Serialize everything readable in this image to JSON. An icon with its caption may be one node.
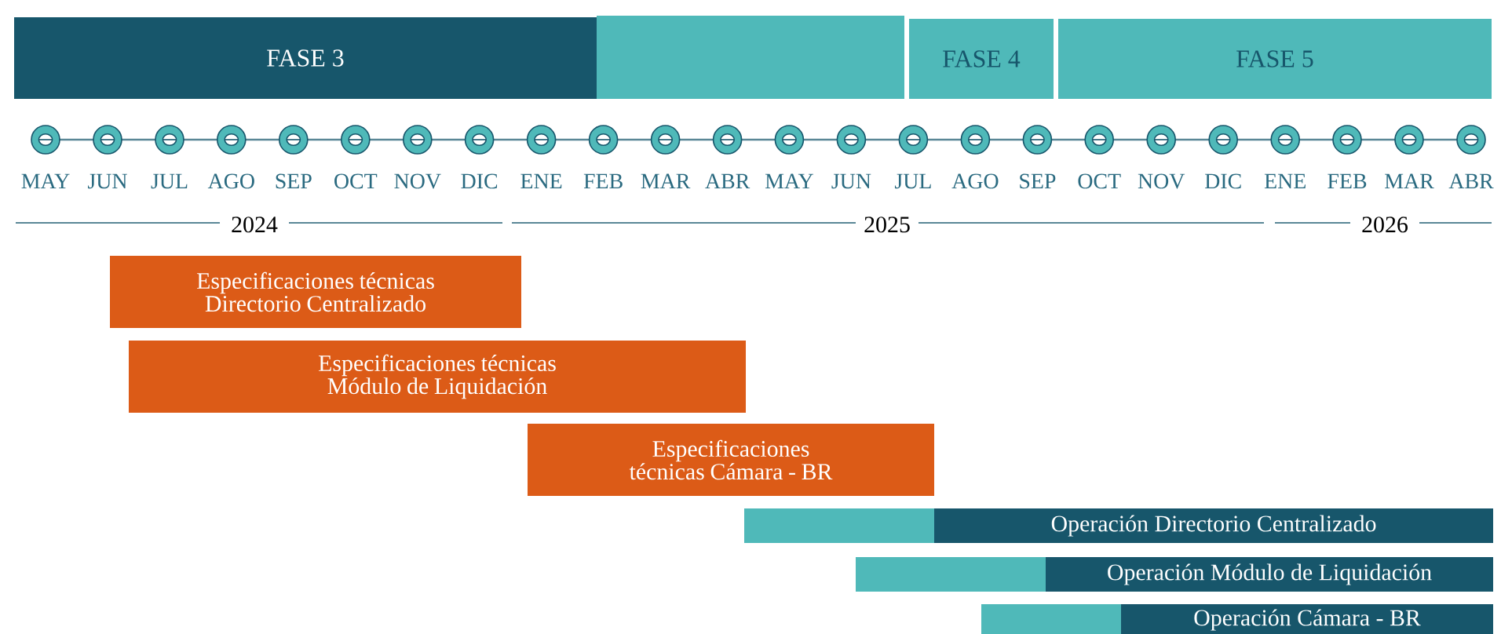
{
  "diagram": {
    "nodes": [
      {
        "text": [
          "FASE 3"
        ]
      },
      {
        "text": [],
        "shape": "bar"
      },
      {
        "text": [
          "FASE 4"
        ]
      },
      {
        "text": [
          "FASE 5"
        ]
      },
      {
        "text": [
          "Especificaciones técnicas Directorio Centralizado"
        ]
      },
      {
        "text": [
          "Especificaciones técnicas Módulo de Liquidación"
        ]
      },
      {
        "text": [
          "Especificaciones técnicas Cámara - BR"
        ]
      },
      {
        "text": [],
        "shape": "bar"
      },
      {
        "text": [
          "Operación Directorio Centralizado"
        ]
      },
      {
        "text": [],
        "shape": "bar"
      },
      {
        "text": [
          "Operación Módulo de Liquidación"
        ]
      },
      {
        "text": [],
        "shape": "bar"
      },
      {
        "text": [
          "Operación Cámara - BR"
        ]
      }
    ],
    "labels": [
      "MAY",
      "JUN",
      "JUL",
      "AGO",
      "SEP",
      "OCT",
      "NOV",
      "DIC",
      "ENE",
      "FEB",
      "MAR",
      "ABR",
      "MAY",
      "JUN",
      "JUL",
      "AGO",
      "SEP",
      "OCT",
      "NOV",
      "DIC",
      "ENE",
      "FEB",
      "MAR",
      "ABR",
      "2024",
      "2025",
      "2026"
    ]
  }
}
